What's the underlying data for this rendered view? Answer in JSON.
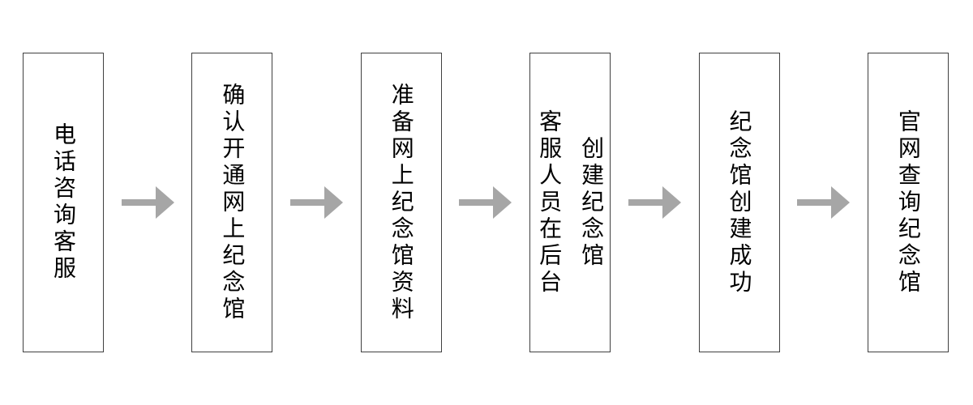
{
  "diagram": {
    "type": "flowchart",
    "direction": "left-to-right",
    "text_orientation": "vertical",
    "steps": [
      {
        "lines": [
          "电话咨询客服"
        ]
      },
      {
        "lines": [
          "确认开通网上纪念馆"
        ]
      },
      {
        "lines": [
          "准备网上纪念馆资料"
        ]
      },
      {
        "lines": [
          "客服人员在后台",
          "创建纪念馆"
        ]
      },
      {
        "lines": [
          "纪念馆创建成功"
        ]
      },
      {
        "lines": [
          "官网查询纪念馆"
        ]
      }
    ],
    "connector": {
      "shape": "right-block-arrow",
      "color": "#a6a6a6"
    },
    "colors": {
      "background": "#ffffff",
      "node_border": "#404040",
      "node_fill": "#ffffff",
      "text": "#000000"
    }
  }
}
